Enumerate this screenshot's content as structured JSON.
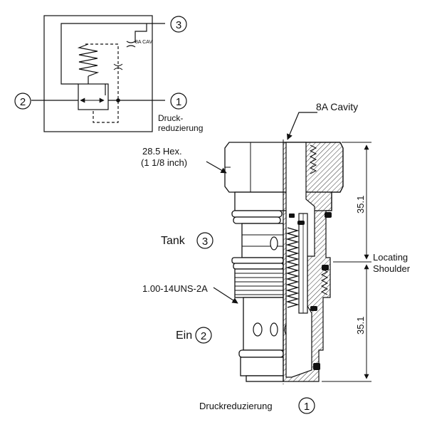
{
  "schematic": {
    "port3_num": "3",
    "port2_num": "2",
    "port1_num": "1",
    "cav_label": "8A CAV",
    "caption_line1": "Druck-",
    "caption_line2": "reduzierung"
  },
  "drawing": {
    "cavity_label": "8A Cavity",
    "hex_line1": "28.5 Hex.",
    "hex_line2": "(1 1/8 inch)",
    "tank_label": "Tank",
    "tank_num": "3",
    "thread_label": "1.00-14UNS-2A",
    "ein_label": "Ein",
    "ein_num": "2",
    "bottom_label": "Druckreduzierung",
    "bottom_num": "1",
    "dim_upper": "35.1",
    "dim_lower": "35.1",
    "shoulder_line1": "Locating",
    "shoulder_line2": "Shoulder"
  },
  "colors": {
    "ink": "#111111",
    "hatch": "#444444",
    "dark_seal": "#111111"
  }
}
